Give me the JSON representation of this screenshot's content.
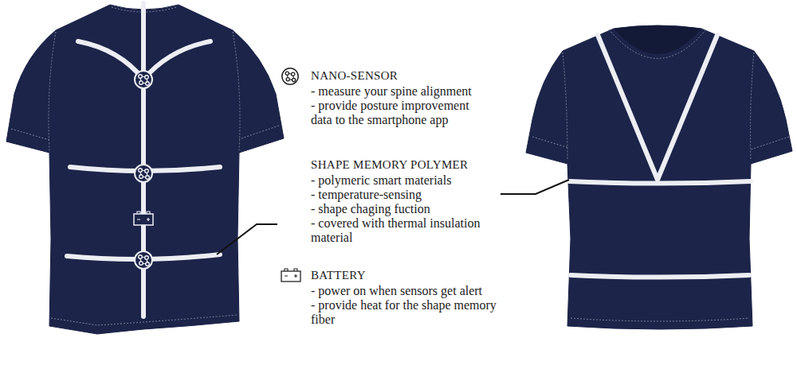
{
  "diagram": {
    "labels": [
      "NANO-SENSOR",
      "- measure your spine alignment",
      "- provide posture improvement data to the smartphone app",
      "SHAPE MEMORY POLYMER",
      "- polymeric smart materials",
      "- temperature-sensing",
      "- shape chaging fuction",
      "- covered with thermal insulation material",
      "BATTERY",
      "- power on when sensors get alert",
      "- provide heat for the shape memory fiber"
    ]
  }
}
